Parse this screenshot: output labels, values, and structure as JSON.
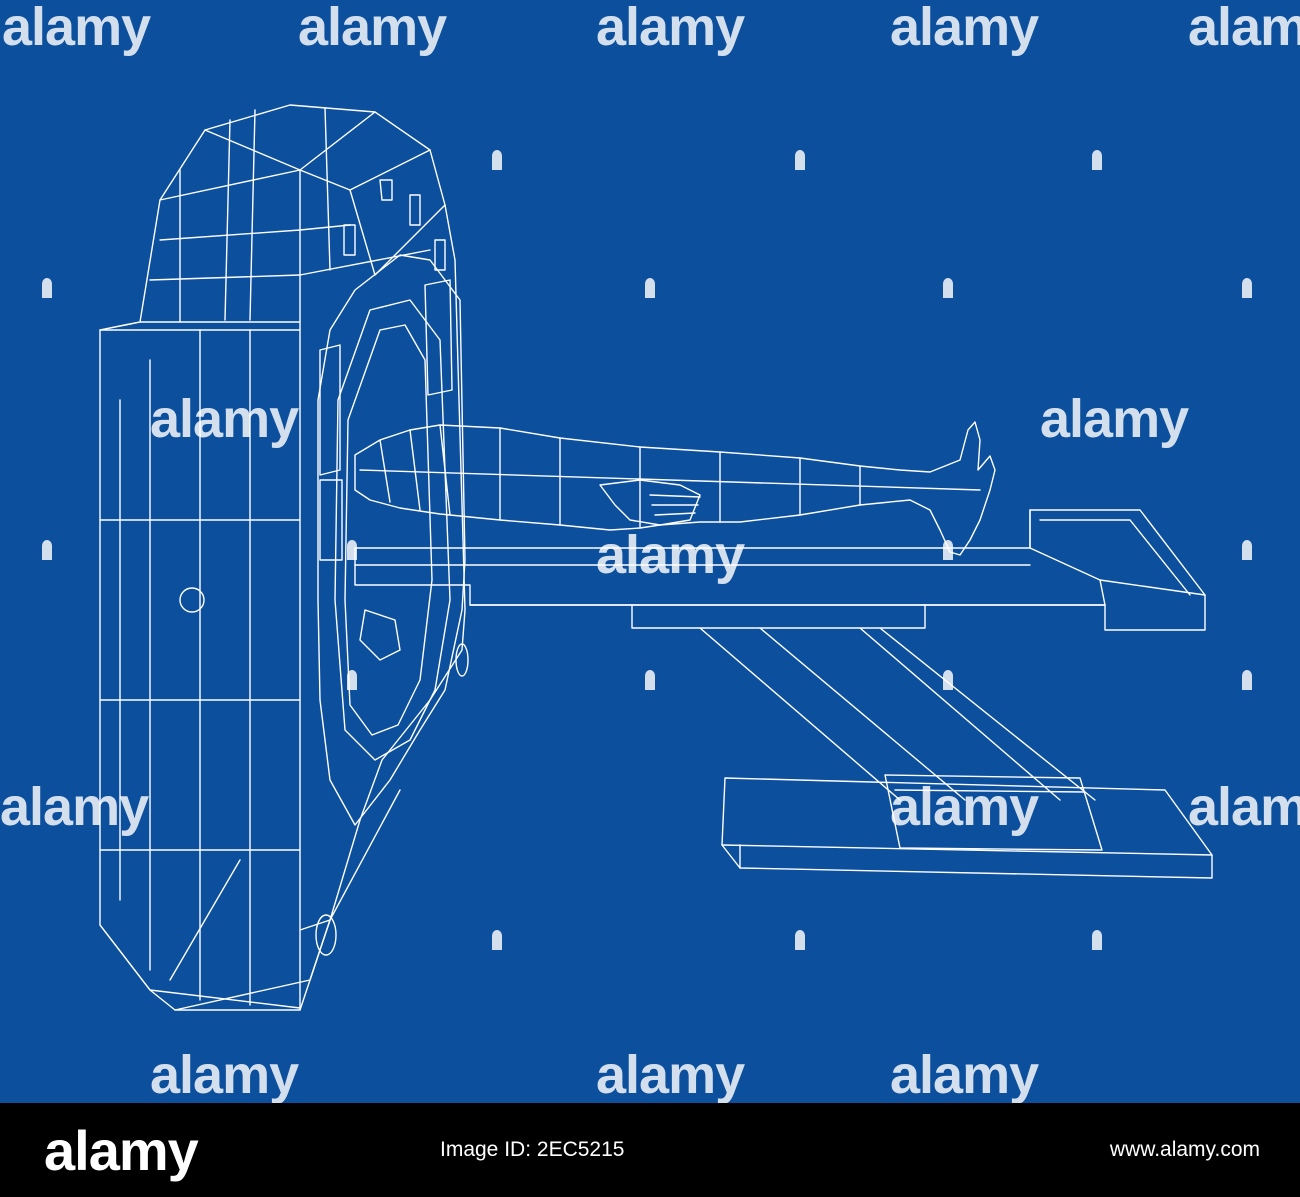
{
  "stock": {
    "watermark_text": "alamy",
    "image_id_label": "Image ID:",
    "image_id": "2EC5215",
    "url": "www.alamy.com",
    "background_color": "#0b4f9d",
    "line_color": "#ffffff"
  },
  "illustration": {
    "subject": "wireframe drawing of a CT scanner with a patient lying on the table",
    "icon": "ct-scanner-icon"
  }
}
